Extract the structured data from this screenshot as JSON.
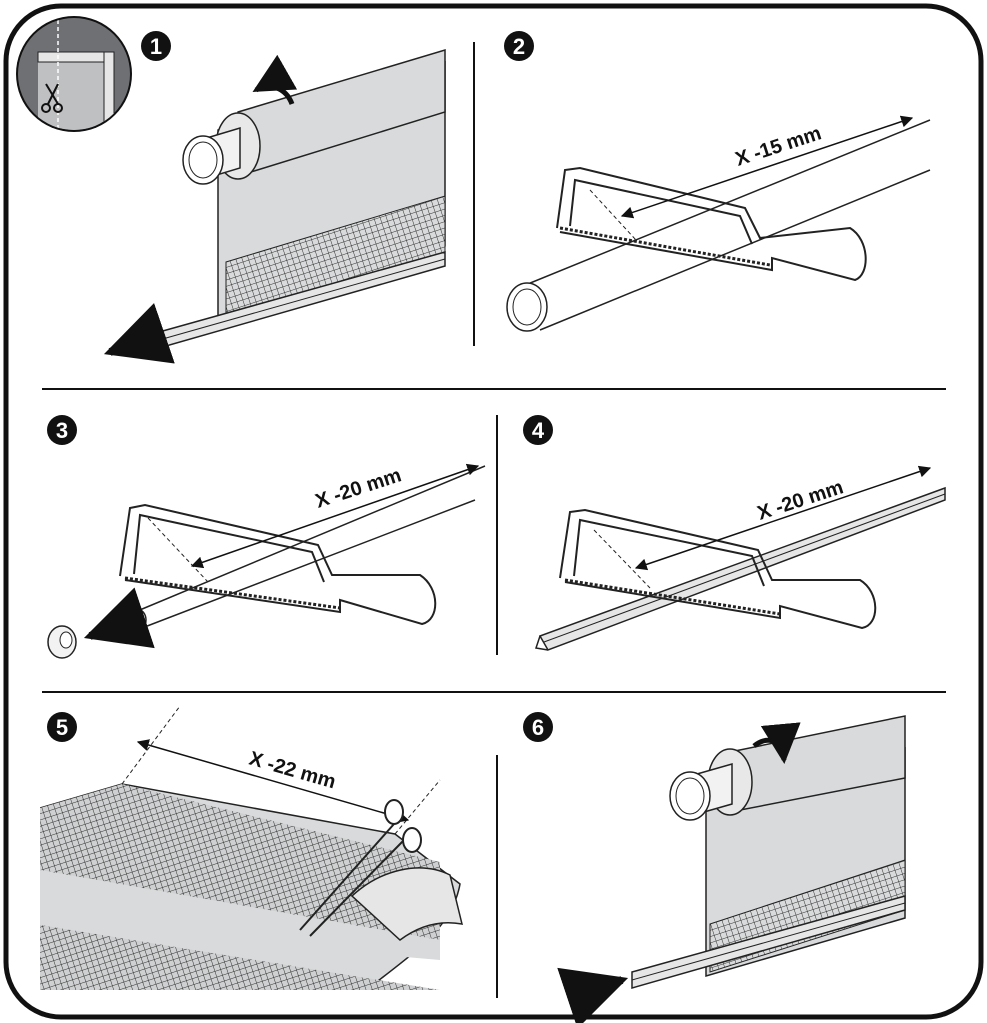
{
  "steps": [
    {
      "number": "1"
    },
    {
      "number": "2",
      "dimension": "X -15 mm"
    },
    {
      "number": "3",
      "dimension": "X -20 mm"
    },
    {
      "number": "4",
      "dimension": "X -20 mm"
    },
    {
      "number": "5",
      "dimension": "X -22 mm"
    },
    {
      "number": "6"
    }
  ],
  "colors": {
    "fabric": "#d9dadb",
    "mesh": "#3a3a3a",
    "ink": "#111111",
    "paper": "#ffffff",
    "inset_bg": "#6f7073"
  }
}
